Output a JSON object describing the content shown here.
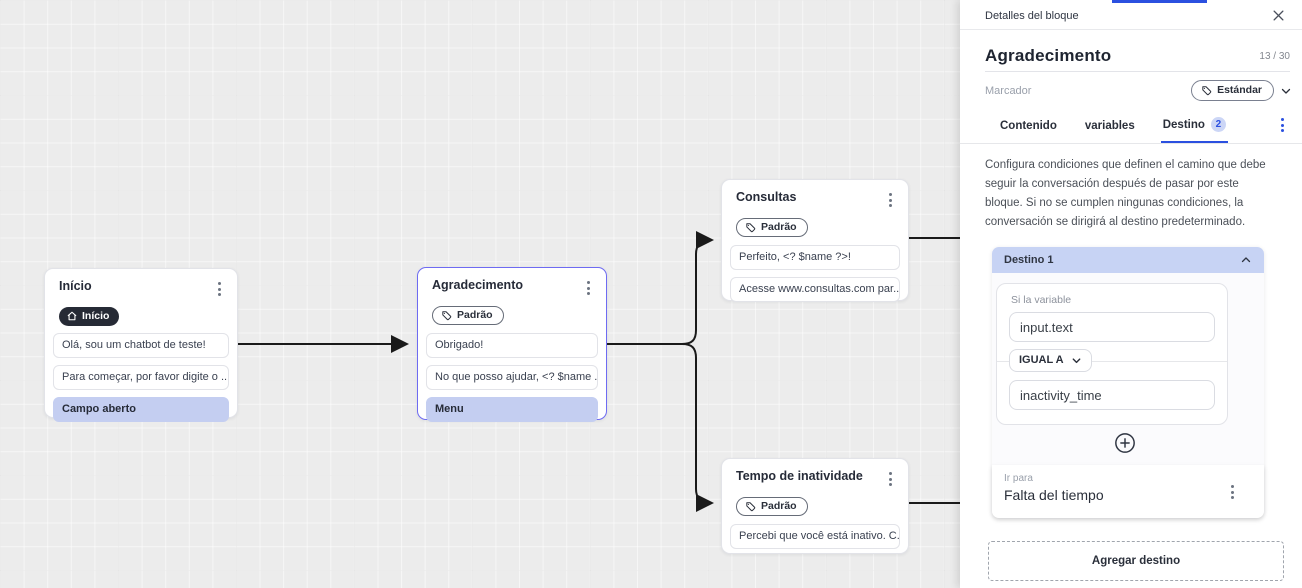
{
  "colors": {
    "accent_blue": "#2b50e0",
    "selected_node_border": "#6e6bf2",
    "highlight_row_bg": "#c4cef1",
    "destination_header_bg": "#c7d3f4",
    "edge_color": "#1a1a1a",
    "canvas_bg": "#ececec"
  },
  "canvas": {
    "nodes": [
      {
        "title": "Início",
        "badge": "Início",
        "rows": [
          "Olá, sou um chatbot de teste!",
          "Para começar, por favor digite o ...",
          "Campo aberto"
        ]
      },
      {
        "title": "Agradecimento",
        "badge": "Padrão",
        "rows": [
          "Obrigado!",
          "No que posso ajudar, <? $name ...",
          "Menu"
        ]
      },
      {
        "title": "Consultas",
        "badge": "Padrão",
        "rows": [
          "Perfeito, <? $name ?>!",
          "Acesse www.consultas.com par..."
        ]
      },
      {
        "title": "Tempo de inatividade",
        "badge": "Padrão",
        "rows": [
          "Percebi que você está inativo. C..."
        ]
      }
    ]
  },
  "panel": {
    "header_title": "Detalles del bloque",
    "block_name": "Agradecimento",
    "char_counter": "13 / 30",
    "marker_label": "Marcador",
    "marker_value": "Estándar",
    "tabs": {
      "contenido": "Contenido",
      "variables": "variables",
      "destino": "Destino",
      "destino_badge": "2"
    },
    "description": "Configura condiciones que definen el camino que debe seguir la conversación después de pasar por este bloque. Si no se cumplen ningunas condiciones, la conversación se dirigirá al destino predeterminado.",
    "destination": {
      "title": "Destino 1",
      "condition_label": "Si la variable",
      "variable_value": "input.text",
      "operator_value": "IGUAL A",
      "compare_value": "inactivity_time",
      "goto_label": "Ir para",
      "goto_value": "Falta del tiempo"
    },
    "add_destination_label": "Agregar destino"
  },
  "icons": {
    "home": "home-icon",
    "tag": "tag-icon",
    "kebab": "kebab-menu-icon",
    "close": "close-icon",
    "chevron_down": "chevron-down-icon",
    "chevron_up": "chevron-up-icon",
    "trash": "trash-icon",
    "plus_circle": "plus-circle-icon"
  }
}
